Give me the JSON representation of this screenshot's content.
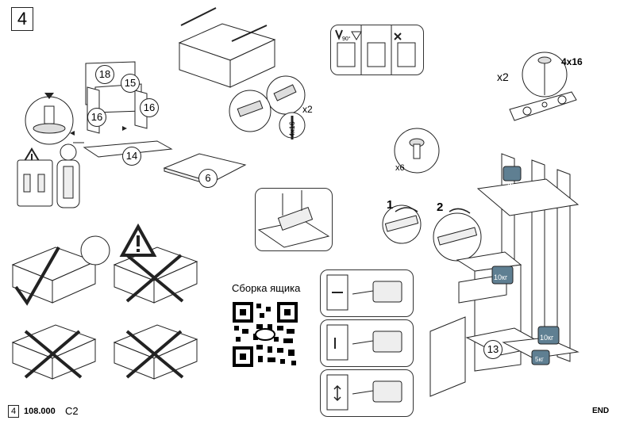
{
  "page": {
    "step_number": "4",
    "footer": {
      "page_number": "4",
      "article": "108.000",
      "code": "C2",
      "end_label": "END"
    }
  },
  "labels": {
    "parts": [
      "18",
      "15",
      "16",
      "16",
      "14",
      "6",
      "13"
    ],
    "screw_count": "x2",
    "screw_size_rotated": "4x16",
    "cam_count": "x6",
    "hinge_screw_count": "x2",
    "hinge_screw_size": "4x16",
    "angle": "90°",
    "step_one": "1",
    "step_two": "2",
    "qr_caption": "Сборка ящика",
    "weights": [
      "5кг",
      "10кг",
      "10кг",
      "5кг"
    ]
  },
  "colors": {
    "line": "#222222",
    "weight": "#5f7f92"
  }
}
